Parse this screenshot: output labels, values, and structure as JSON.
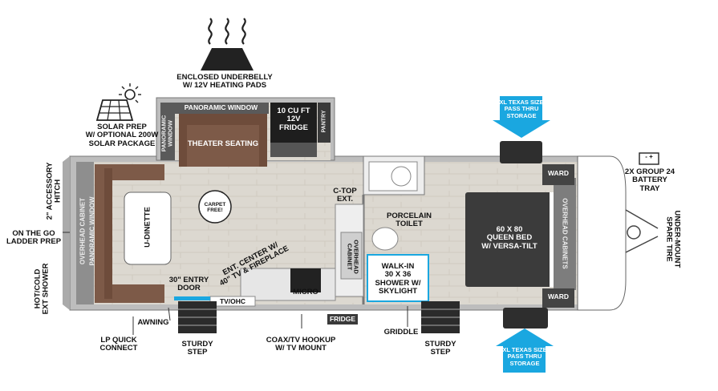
{
  "labels": {
    "underbelly": "ENCLOSED UNDERBELLY\nW/ 12V HEATING PADS",
    "solar": "SOLAR PREP\nW/ OPTIONAL 200W\nSOLAR PACKAGE",
    "panoramic_window_top": "PANORAMIC WINDOW",
    "panoramic_window_side": "PANORAMIC\nWINDOW",
    "theater_seating": "THEATER SEATING",
    "fridge_10cu": "10 CU FT\n12V\nFRIDGE",
    "pantry": "PANTRY",
    "accessory_hitch": "2\" ACCESSORY\nHITCH",
    "ladder_prep": "ON THE GO\nLADDER PREP",
    "ext_shower": "HOT/COLD\nEXT SHOWER",
    "overhead_cabinet_front": "OVERHEAD CABINET",
    "panoramic_window_front": "PANORAMIC WINDOW",
    "u_dinette": "U-DINETTE",
    "carpet_free": "CARPET FREE!",
    "entry_door": "30\" ENTRY\nDOOR",
    "ent_center": "ENT. CENTER W/\n40\" TV & FIREPLACE",
    "tv_ohc": "TV/OHC",
    "micro": "MICRO",
    "ctop_ext": "C-TOP\nEXT.",
    "overhead_cabinet_kitchen": "OVERHEAD\nCABINET",
    "porcelain_toilet": "PORCELAIN\nTOILET",
    "shower": "WALK-IN\n30 X 36\nSHOWER W/\nSKYLIGHT",
    "bed": "60 X 80\nQUEEN BED\nW/ VERSA-TILT",
    "overhead_cabinets_bed": "OVERHEAD CABINETS",
    "ward_top": "WARD",
    "ward_bottom": "WARD",
    "battery": "2X GROUP 24\nBATTERY\nTRAY",
    "spare_tire": "UNDER-MOUNT\nSPARE TIRE",
    "storage_top": "XL TEXAS SIZE\nPASS THRU\nSTORAGE",
    "storage_bottom": "XL TEXAS SIZE\nPASS THRU\nSTORAGE",
    "awning": "AWNING",
    "lp_connect": "LP QUICK\nCONNECT",
    "sturdy_step_left": "STURDY\nSTEP",
    "coax": "COAX/TV HOOKUP\nW/ TV MOUNT",
    "fridge_outside": "FRIDGE",
    "griddle": "GRIDDLE",
    "sturdy_step_right": "STURDY\nSTEP",
    "battery_sign": "-  +"
  },
  "colors": {
    "floor": "#d9d5cc",
    "wall": "#8a8a8a",
    "sofa": "#8a6a58",
    "dark": "#3a3a3a",
    "accent_blue": "#1aa7e0"
  }
}
